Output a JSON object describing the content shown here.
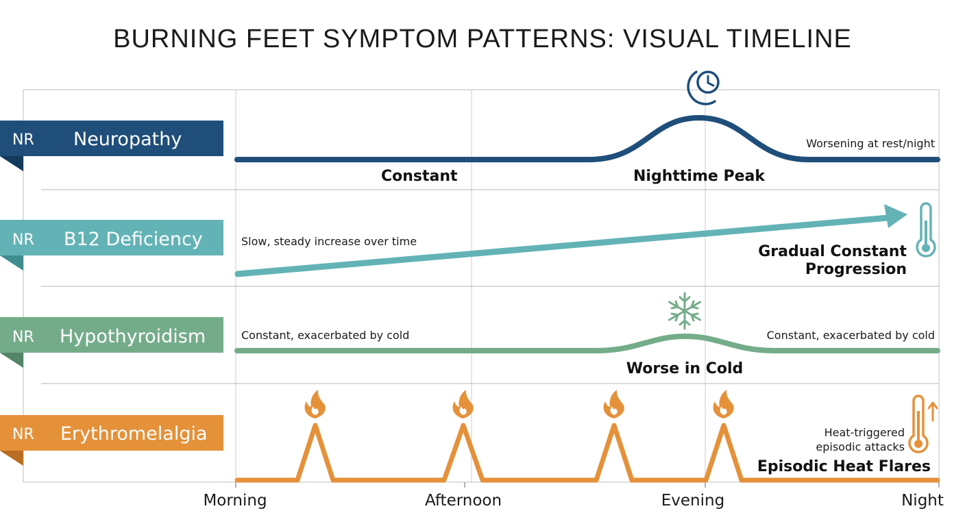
{
  "title": "BURNING FEET SYMPTOM PATTERNS: VISUAL TIMELINE",
  "time_axis": [
    "Morning",
    "Afternoon",
    "Evening",
    "Night"
  ],
  "rows": [
    {
      "code": "NR",
      "name": "Neuropathy",
      "color": "#1f4e7a",
      "icon": "moon-clock-icon",
      "labels": {
        "segment_1": "Constant",
        "peak": "Nighttime Peak",
        "note": "Worsening at rest/night"
      }
    },
    {
      "code": "NR",
      "name": "B12 Deficiency",
      "color": "#63b3b6",
      "icon": "thermometer-icon",
      "labels": {
        "note": "Slow, steady increase over time",
        "title_line1": "Gradual Constant",
        "title_line2": "Progression"
      }
    },
    {
      "code": "NR",
      "name": "Hypothyroidism",
      "color": "#74ac8a",
      "icon": "snowflake-icon",
      "labels": {
        "note_left": "Constant, exacerbated by cold",
        "note_right": "Constant, exacerbated by cold",
        "peak": "Worse in Cold"
      }
    },
    {
      "code": "NR",
      "name": "Erythromelalgia",
      "color": "#e5913a",
      "icon": "flame-icon",
      "labels": {
        "note_line1": "Heat-triggered",
        "note_line2": "episodic attacks",
        "title": "Episodic Heat Flares"
      }
    }
  ]
}
